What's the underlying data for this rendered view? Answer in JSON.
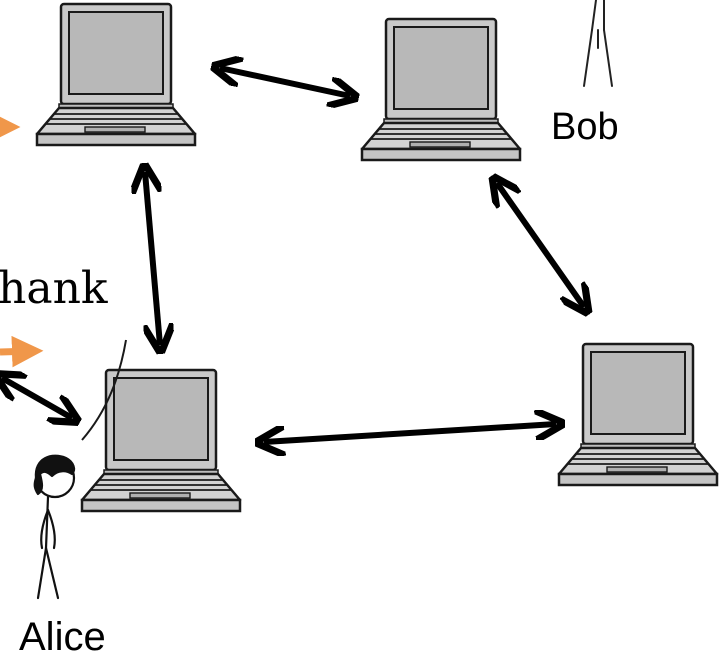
{
  "labels": {
    "bob": "Bob",
    "alice": "Alice",
    "cut_word": "hank"
  },
  "colors": {
    "arrow": "#000000",
    "accent_arrow": "#f0974a",
    "laptop_body": "#c8c8c8",
    "laptop_screen": "#b7b7b7",
    "laptop_outline": "#1a1a1a"
  },
  "icons": [
    "laptop-icon",
    "stick-figure-icon",
    "double-arrow-icon",
    "arrow-icon"
  ]
}
